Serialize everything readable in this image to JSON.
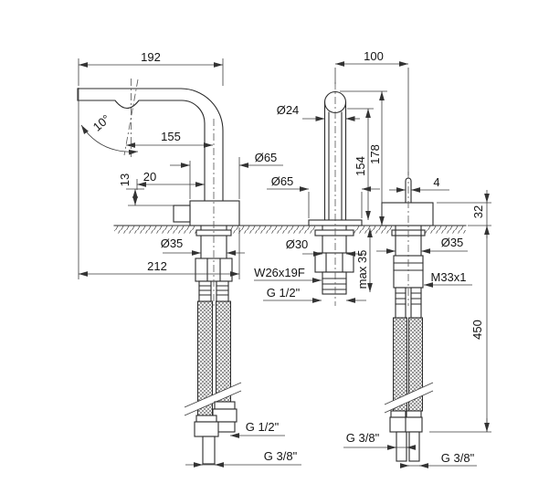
{
  "drawing": {
    "type": "technical-dimension-drawing",
    "subject": "basin mixer tap with separate spout column and valve, mounting and hose connections",
    "background": "#ffffff",
    "line_color": "#2b2b2b",
    "labels": {
      "len_192": "192",
      "len_155": "155",
      "angle_10": "10°",
      "len_20": "20",
      "len_13": "13",
      "dia_65_body": "Ø65",
      "dia_35_left": "Ø35",
      "len_212": "212",
      "len_100": "100",
      "dia_24": "Ø24",
      "len_154": "154",
      "len_178": "178",
      "dia_65_base": "Ø65",
      "dia_30": "Ø30",
      "thread_w26": "W26x19F",
      "thread_g12_spout": "G 1/2\"",
      "max_35": "max 35",
      "len_4": "4",
      "len_32": "32",
      "dia_35_valve": "Ø35",
      "thread_m33": "M33x1",
      "len_450": "450",
      "thread_g12_hose": "G 1/2\"",
      "thread_g38_hose": "G 3/8\"",
      "thread_g38_valve_1": "G 3/8\"",
      "thread_g38_valve_2": "G 3/8\""
    }
  }
}
